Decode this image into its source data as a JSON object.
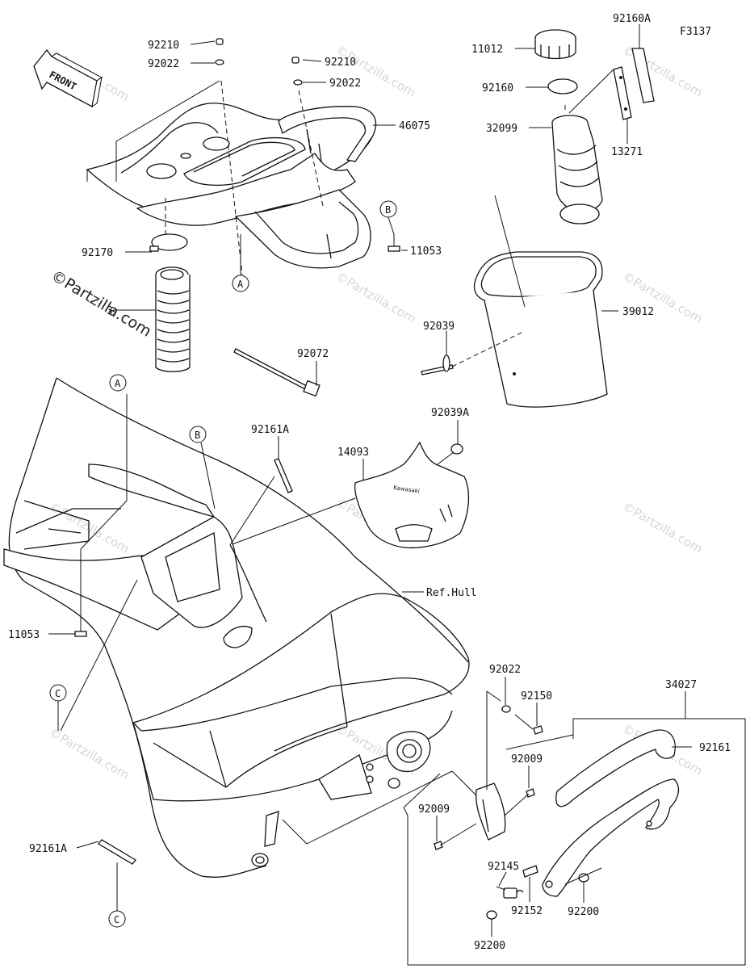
{
  "diagram_code": "F3137",
  "front_label": "FRONT",
  "ref_hull_label": "Ref.Hull",
  "watermark_text": "©Partzilla.com",
  "callouts": {
    "A": "A",
    "B": "B",
    "C": "C"
  },
  "parts": {
    "p92210_a": "92210",
    "p92022_a": "92022",
    "p92210_b": "92210",
    "p92022_b": "92022",
    "p46075": "46075",
    "p11053_top": "11053",
    "p92170": "92170",
    "p92173": "3",
    "p92072": "92072",
    "p11012": "11012",
    "p92160": "92160",
    "p92160A": "92160A",
    "p32099": "32099",
    "p13271": "13271",
    "p39012": "39012",
    "p92039": "92039",
    "p92039A": "92039A",
    "p92161A_top": "92161A",
    "p14093": "14093",
    "p11053_bottom": "11053",
    "p92022_c": "92022",
    "p92150": "92150",
    "p34027": "34027",
    "p92161": "92161",
    "p92009_a": "92009",
    "p92009_b": "92009",
    "p92145": "92145",
    "p92152": "92152",
    "p92200_a": "92200",
    "p92200_b": "92200",
    "p92161A_bottom": "92161A"
  }
}
